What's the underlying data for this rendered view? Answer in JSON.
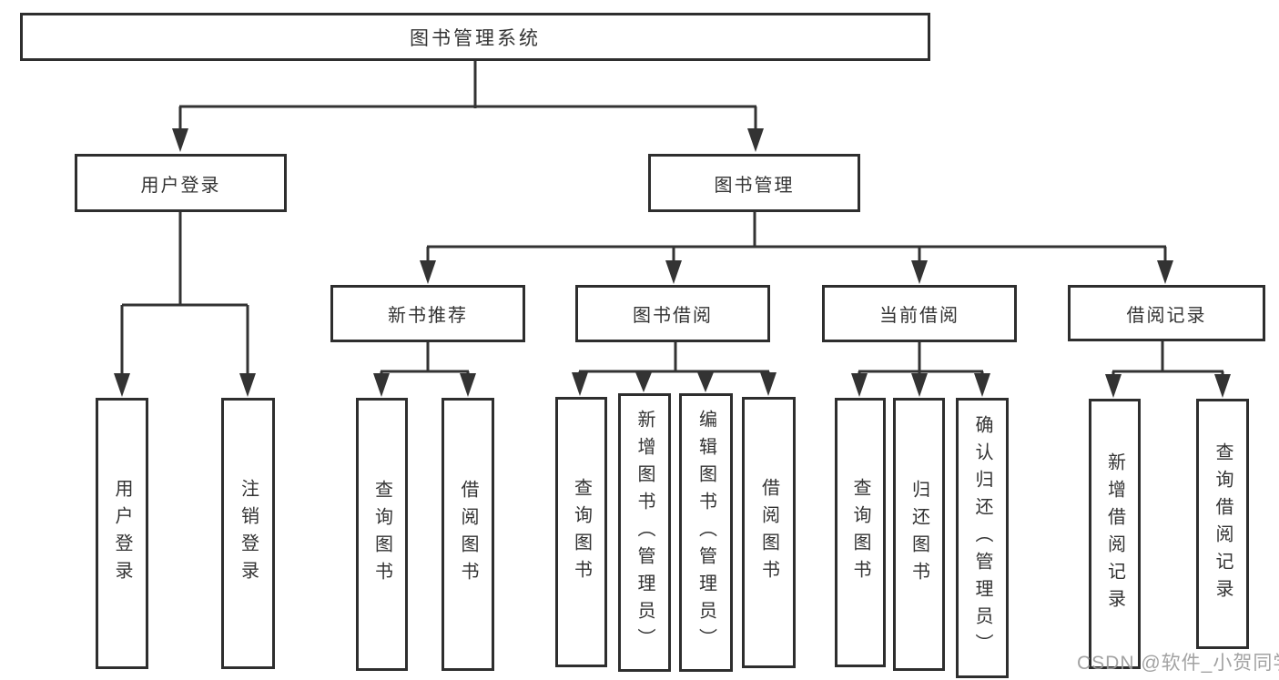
{
  "colors": {
    "line": "#333333",
    "border": "#2e2e2e",
    "text": "#333333",
    "background": "#ffffff",
    "watermark": "#9b9b9b"
  },
  "watermark": {
    "text": "CSDN @软件_小贺同学"
  },
  "nodes": {
    "root": "图书管理系统",
    "user_login": "用户登录",
    "book_management": "图书管理",
    "new_book_recommend": "新书推荐",
    "book_borrowing": "图书借阅",
    "current_borrowing": "当前借阅",
    "borrowing_records": "借阅记录",
    "login": "用户登录",
    "logout": "注销登录",
    "nbr_query_books": "查询图书",
    "nbr_borrow_books": "借阅图书",
    "bb_query_books": "查询图书",
    "bb_add_books": "新增图书（管理员）",
    "bb_edit_books": "编辑图书（管理员）",
    "bb_borrow_books": "借阅图书",
    "cb_query_books": "查询图书",
    "cb_return_books": "归还图书",
    "cb_confirm_return": "确认归还（管理员）",
    "br_add_record": "新增借阅记录",
    "br_query_record": "查询借阅记录"
  }
}
